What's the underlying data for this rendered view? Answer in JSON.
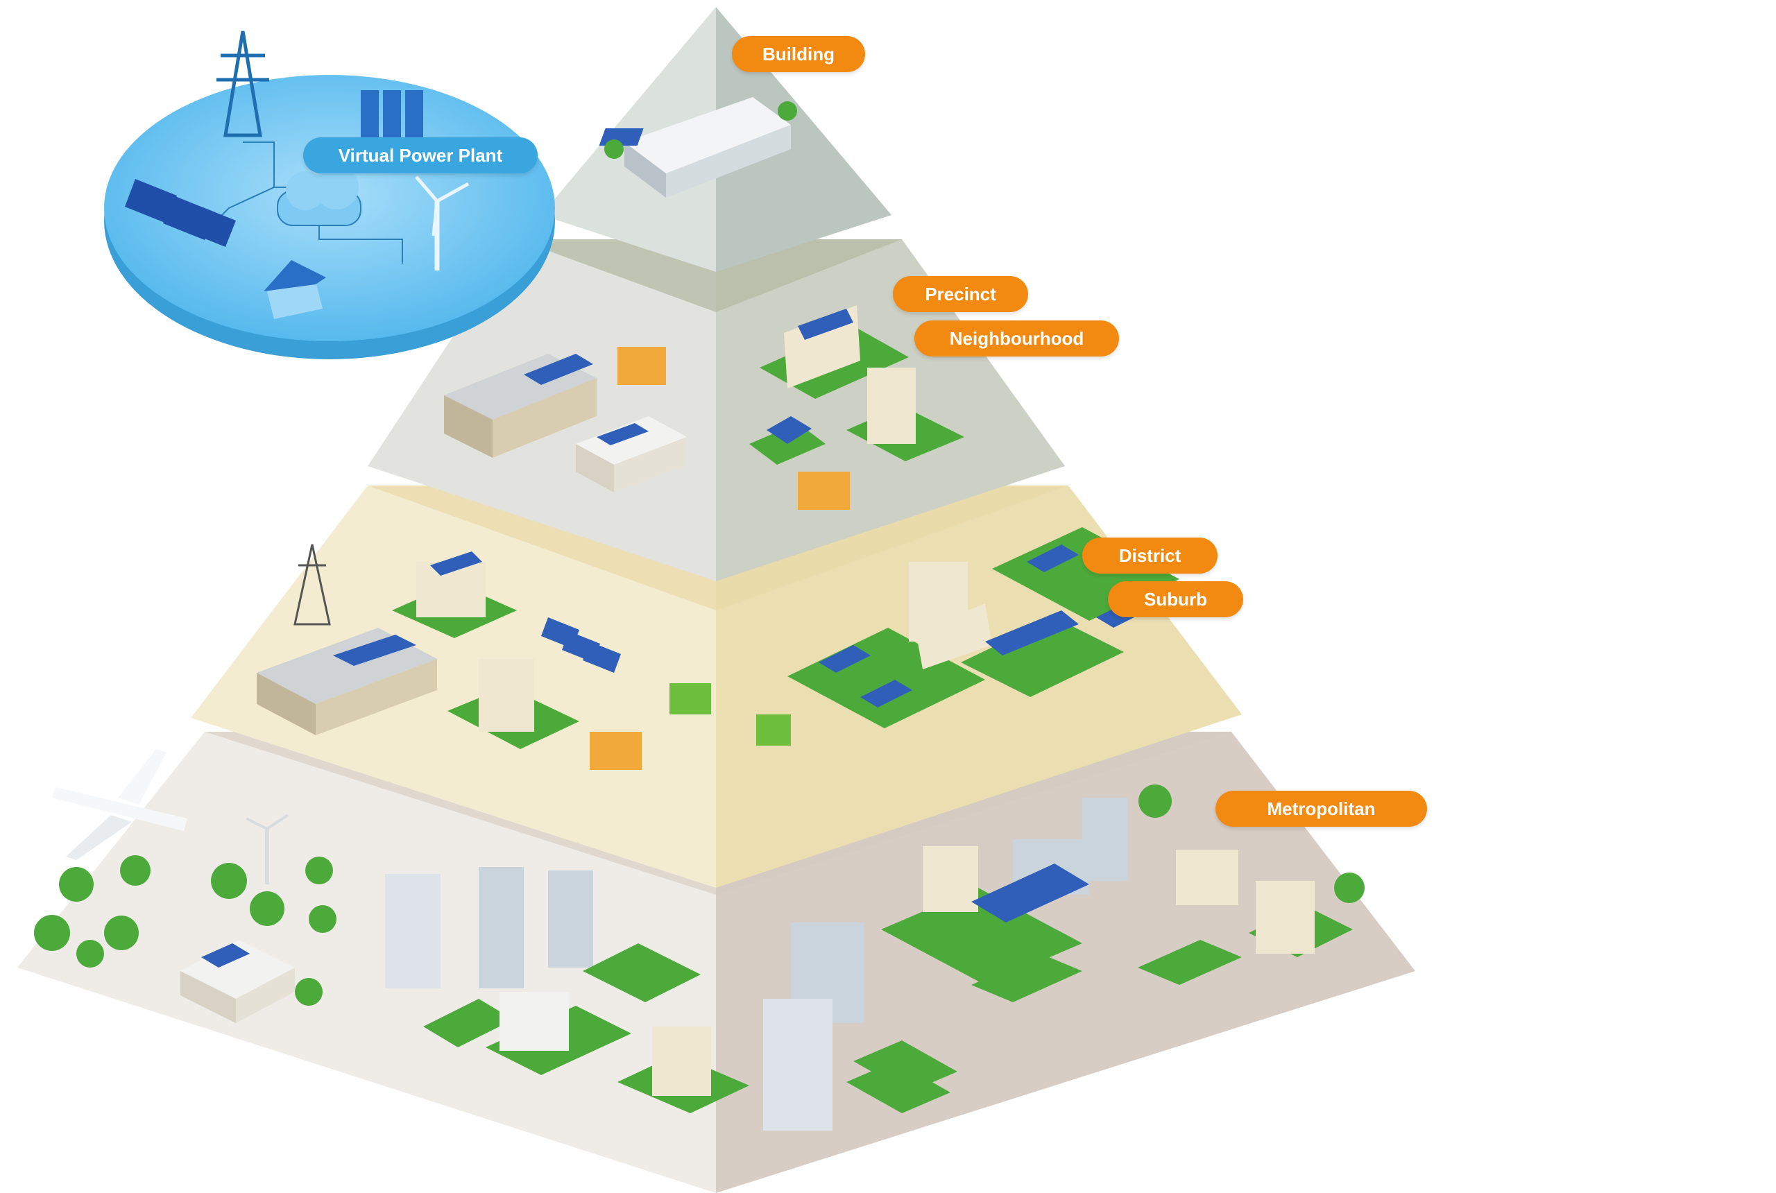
{
  "labels": {
    "building": "Building",
    "virtual_power_plant": "Virtual Power Plant",
    "precinct": "Precinct",
    "neighbourhood": "Neighbourhood",
    "district": "District",
    "suburb": "Suburb",
    "metropolitan": "Metropolitan"
  },
  "colors": {
    "label_orange": "#f28a12",
    "label_blue": "#3aa6df",
    "vpp_disc": "#68c3f0",
    "tier_building": "#c5cfca",
    "tier_precinct": "#cdd1c8",
    "tier_district": "#efe6c6",
    "tier_metropolitan": "#e4dcd6",
    "grass": "#4caa3a",
    "solar": "#2f5fb8"
  },
  "icons": [
    "transmission-tower-icon",
    "cloud-icon",
    "wind-turbine-icon",
    "solar-panel-icon",
    "house-icon",
    "battery-icon",
    "airplane-icon",
    "tree-icon",
    "skyscraper-icon",
    "ev-charging-icon"
  ]
}
